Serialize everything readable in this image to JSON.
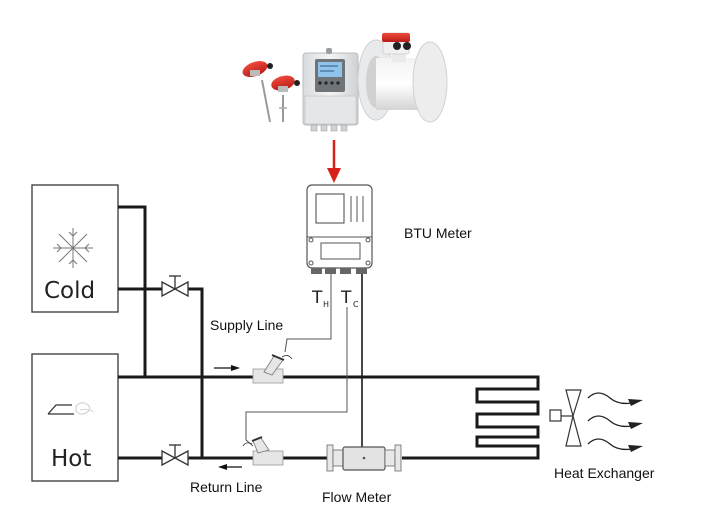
{
  "diagram": {
    "title": "BTU Meter System Schematic",
    "labels": {
      "btu_meter": "BTU Meter",
      "cold": "Cold",
      "hot": "Hot",
      "supply_line": "Supply Line",
      "return_line": "Return Line",
      "flow_meter": "Flow Meter",
      "heat_exchanger": "Heat Exchanger",
      "t_hot": "T",
      "t_hot_sub": "H",
      "t_cold": "T",
      "t_cold_sub": "C"
    },
    "components": [
      {
        "id": "product-photo",
        "desc": "BTU meter product photo with temperature sensors, converter and electromagnetic flow meter"
      },
      {
        "id": "btu-meter",
        "desc": "BTU meter converter unit"
      },
      {
        "id": "cold-source",
        "icon": "snowflake-icon"
      },
      {
        "id": "hot-source",
        "icon": "heat-icon"
      },
      {
        "id": "supply-valve",
        "icon": "valve-icon"
      },
      {
        "id": "return-valve",
        "icon": "valve-icon"
      },
      {
        "id": "supply-temp-sensor",
        "icon": "temperature-sensor-icon"
      },
      {
        "id": "return-temp-sensor",
        "icon": "temperature-sensor-icon"
      },
      {
        "id": "flow-meter",
        "icon": "flow-meter-icon"
      },
      {
        "id": "heat-exchanger-coil",
        "icon": "coil-icon"
      },
      {
        "id": "fan",
        "icon": "fan-icon"
      }
    ],
    "flow_directions": {
      "supply": "right",
      "return": "left"
    },
    "colors": {
      "pipe": "#1a1a1a",
      "arrow_red": "#d9201a",
      "sensor_head": "#d62b2b",
      "device_gray": "#e6e6e6"
    }
  }
}
